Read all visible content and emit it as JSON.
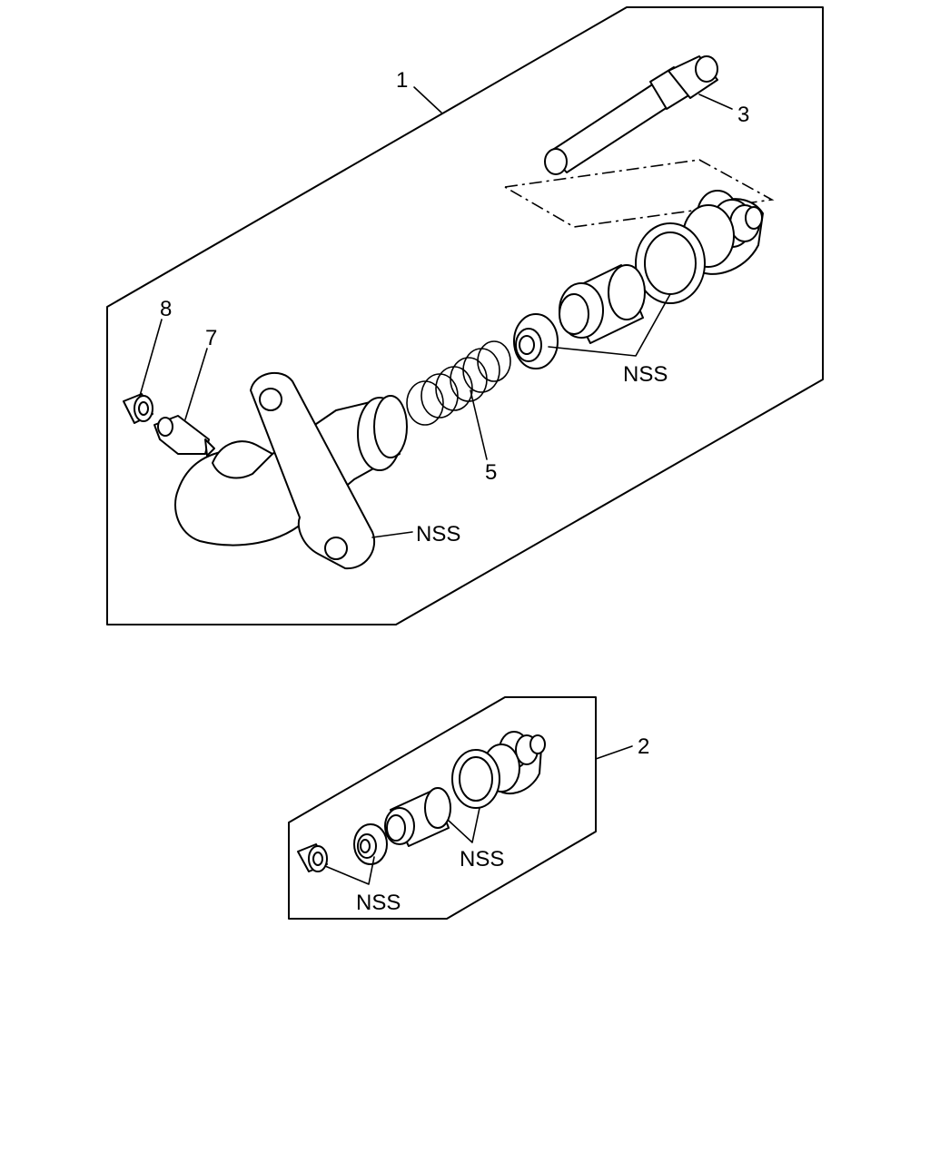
{
  "callouts": {
    "c1": "1",
    "c2": "2",
    "c3": "3",
    "c5": "5",
    "c7": "7",
    "c8": "8",
    "nss_seals": "NSS",
    "nss_body": "NSS",
    "nss_kit_seals": "NSS",
    "nss_kit_cap": "NSS"
  }
}
